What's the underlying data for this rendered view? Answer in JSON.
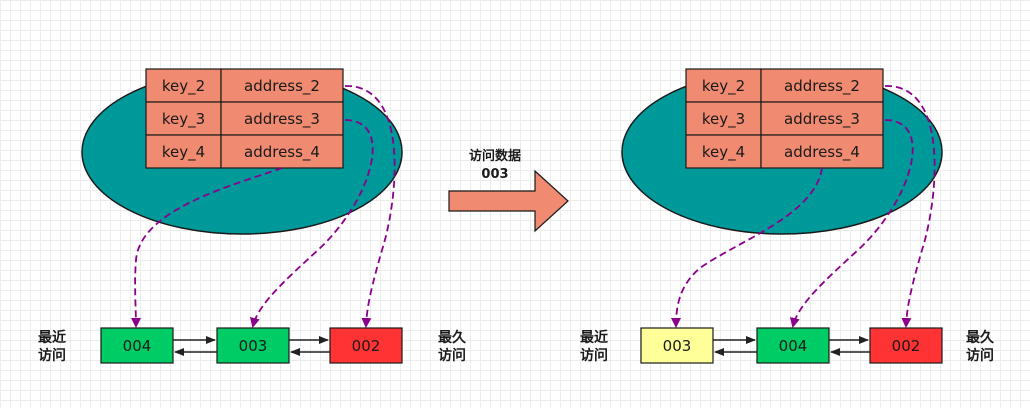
{
  "before": {
    "table": [
      {
        "key": "key_2",
        "address": "address_2"
      },
      {
        "key": "key_3",
        "address": "address_3"
      },
      {
        "key": "key_4",
        "address": "address_4"
      }
    ],
    "nodes": [
      "004",
      "003",
      "002"
    ],
    "recent_label": [
      "最近",
      "访问"
    ],
    "oldest_label": [
      "最久",
      "访问"
    ]
  },
  "transition": {
    "line1": "访问数据",
    "line2": "003"
  },
  "after": {
    "table": [
      {
        "key": "key_2",
        "address": "address_2"
      },
      {
        "key": "key_3",
        "address": "address_3"
      },
      {
        "key": "key_4",
        "address": "address_4"
      }
    ],
    "nodes": [
      "003",
      "004",
      "002"
    ],
    "recent_label": [
      "最近",
      "访问"
    ],
    "oldest_label": [
      "最久",
      "访问"
    ]
  },
  "colors": {
    "ellipse": "#009999",
    "cell": "#F08A70",
    "node_green": "#00CC66",
    "node_red": "#FF3333",
    "node_yellow": "#FFFF99",
    "pointer": "#8B008B",
    "arrow": "#F08A70"
  }
}
